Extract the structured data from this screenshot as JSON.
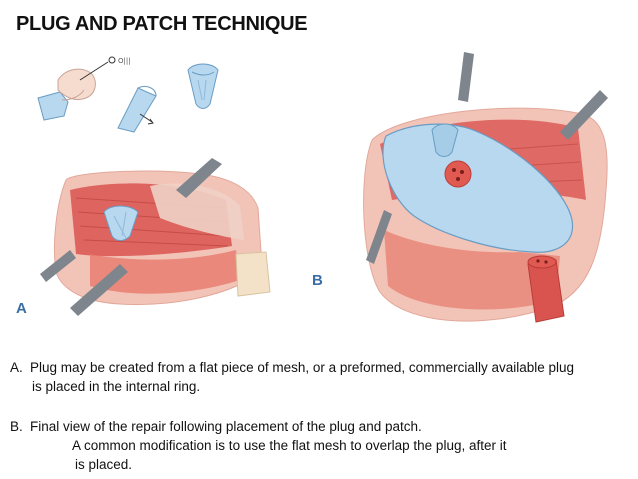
{
  "title": "PLUG AND PATCH TECHNIQUE",
  "figure": {
    "label_a": "A",
    "label_b": "B",
    "colors": {
      "muscle": "#d9534f",
      "tissue": "#f2c4b8",
      "mesh": "#b7d8ee",
      "instrument": "#7f858c"
    }
  },
  "captions": {
    "a": {
      "marker": "A.",
      "line1": "Plug may be created from a flat piece of mesh, or a preformed, commercially available plug",
      "line2": "is placed in the internal ring."
    },
    "b": {
      "marker": "B.",
      "line1": "Final view of the repair following placement of the plug and patch.",
      "line2": "A common modification is to use the flat mesh to overlap the plug, after it",
      "line3": "is placed."
    }
  }
}
